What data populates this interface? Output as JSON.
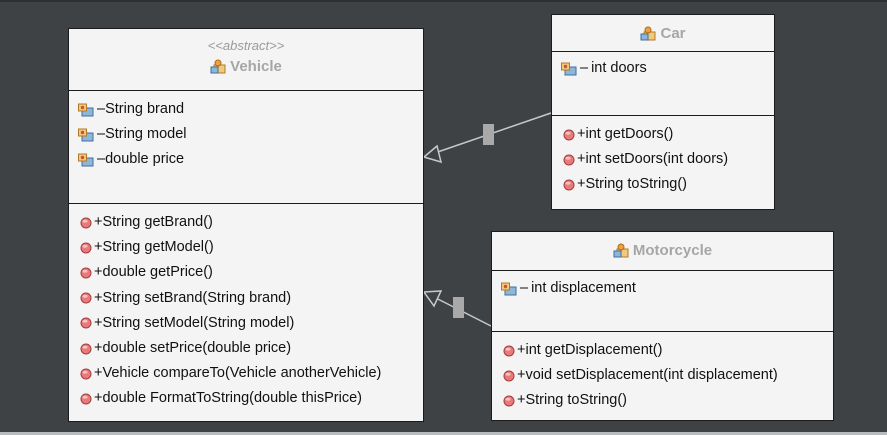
{
  "classes": {
    "vehicle": {
      "stereotype": "<<abstract>>",
      "name": "Vehicle",
      "attributes": [
        "String brand",
        "String model",
        "double price"
      ],
      "methods": [
        "+String getBrand()",
        "+String getModel()",
        "+double getPrice()",
        "+String setBrand(String brand)",
        "+String setModel(String model)",
        "+double setPrice(double price)",
        "+Vehicle compareTo(Vehicle anotherVehicle)",
        "+double FormatToString(double thisPrice)"
      ]
    },
    "car": {
      "name": "Car",
      "attributes": [
        "int doors"
      ],
      "methods": [
        "+int getDoors()",
        "+int setDoors(int doors)",
        "+String toString()"
      ]
    },
    "motorcycle": {
      "name": "Motorcycle",
      "attributes": [
        "int displacement"
      ],
      "methods": [
        "+int getDisplacement()",
        "+void setDisplacement(int displacement)",
        "+String toString()"
      ]
    }
  },
  "visibility_private": "–",
  "relationships": [
    {
      "type": "generalization",
      "from": "Car",
      "to": "Vehicle"
    },
    {
      "type": "generalization",
      "from": "Motorcycle",
      "to": "Vehicle"
    }
  ],
  "colors": {
    "background": "#3f4245",
    "box_fill": "#f4f4f4",
    "box_border": "#1b1b1b",
    "title_text": "#a6a6a6",
    "stereotype_text": "#9a9a9a",
    "connector": "#c8c8c8",
    "method_icon": "#e07070"
  },
  "icons": {
    "class_icon": "class-icon",
    "field_icon": "field-icon",
    "method_icon": "method-icon"
  }
}
